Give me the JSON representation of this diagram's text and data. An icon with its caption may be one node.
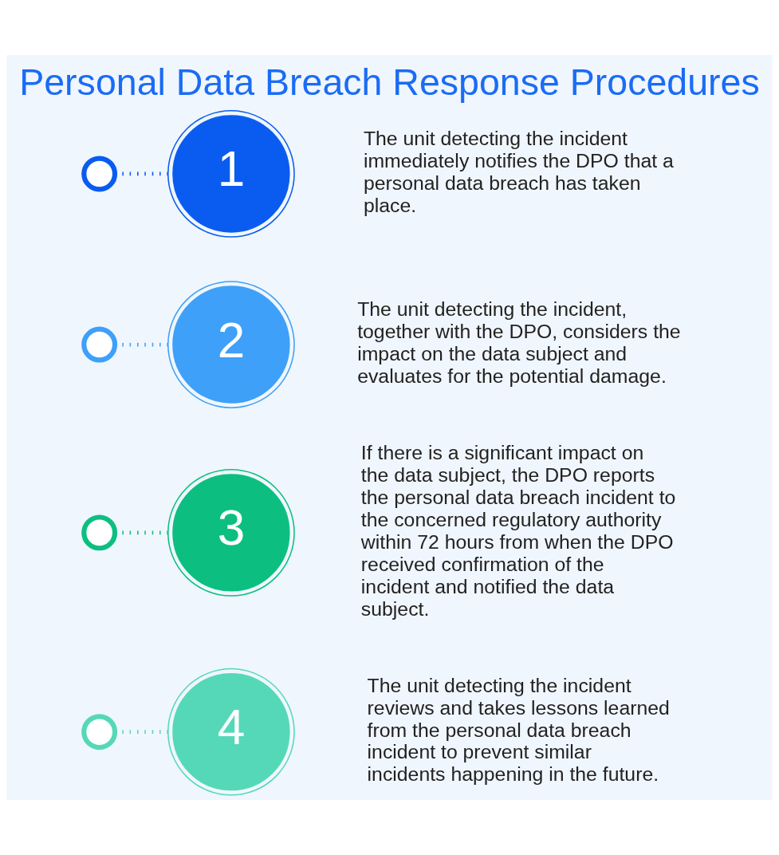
{
  "diagram": {
    "title": "Personal Data Breach Response Procedures",
    "nodes": [
      {
        "text": [],
        "shape": "circle"
      },
      {
        "text": [
          "1"
        ],
        "beside": [
          "The unit detecting the incident immediately notifies the DPO that a personal data breach has taken place."
        ]
      },
      {
        "text": [],
        "shape": "circle"
      },
      {
        "text": [
          "2"
        ],
        "beside": [
          "The unit detecting the incident, together with the DPO, considers the impact on the data subject and evaluates for the potential damage."
        ]
      },
      {
        "text": [],
        "shape": "circle"
      },
      {
        "text": [
          "3"
        ],
        "beside": [
          "If there is a significant impact on the data subject, the DPO reports the personal data breach incident to the concerned regulatory authority within 72 hours from when the DPO received confirmation of the incident and notified the data subject."
        ]
      },
      {
        "text": [],
        "shape": "circle"
      },
      {
        "text": [
          "4"
        ],
        "beside": [
          "The unit detecting the incident reviews and takes lessons learned from the personal data breach incident to prevent similar incidents happening in the future."
        ]
      }
    ],
    "edges": [
      {
        "from": 0,
        "to": 1,
        "arrow": "none",
        "color": "#0a5cf0"
      },
      {
        "from": 2,
        "to": 3,
        "arrow": "none",
        "color": "#3ea0f8"
      },
      {
        "from": 4,
        "to": 5,
        "arrow": "none",
        "color": "#0cbf80"
      },
      {
        "from": 6,
        "to": 7,
        "arrow": "none",
        "color": "#55d8b8"
      }
    ]
  }
}
